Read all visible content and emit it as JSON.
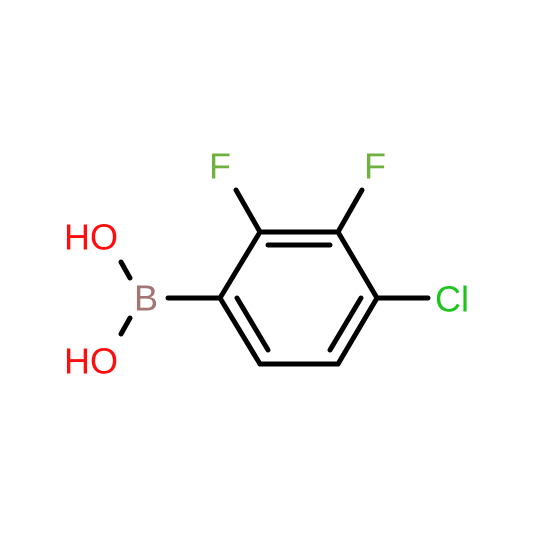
{
  "molecule": {
    "atoms": {
      "fluorine_2": {
        "text": "F",
        "color": "#6eb23d"
      },
      "fluorine_3": {
        "text": "F",
        "color": "#6eb23d"
      },
      "chlorine": {
        "text": "Cl",
        "color": "#1ec41e"
      },
      "boron": {
        "text": "B",
        "color": "#a27574"
      },
      "hydroxyl_top": {
        "text": "HO",
        "color": "#ff0d0d"
      },
      "hydroxyl_bottom": {
        "text": "HO",
        "color": "#ff0d0d"
      }
    }
  }
}
